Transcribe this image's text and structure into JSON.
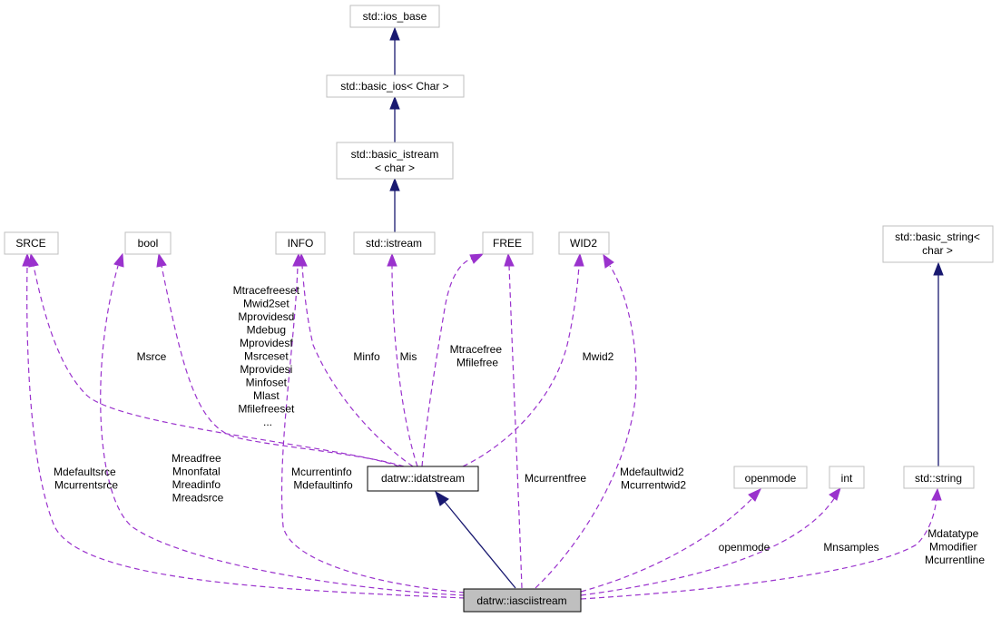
{
  "nodes": {
    "ios_base": "std::ios_base",
    "basic_ios": "std::basic_ios< Char >",
    "basic_istream": [
      "std::basic_istream",
      "< char >"
    ],
    "srce": "SRCE",
    "bool": "bool",
    "info": "INFO",
    "istream": "std::istream",
    "free": "FREE",
    "wid2": "WID2",
    "basic_string": [
      "std::basic_string<",
      "char >"
    ],
    "idatstream": "datrw::idatstream",
    "openmode": "openmode",
    "int": "int",
    "string": "std::string",
    "iasciistream": "datrw::iasciistream"
  },
  "labels": {
    "msrce": [
      "Msrce"
    ],
    "idat_bools": [
      "Mtracefreeset",
      "Mwid2set",
      "Mprovidesd",
      "Mdebug",
      "Mprovidesf",
      "Msrceset",
      "Mprovidesi",
      "Minfoset",
      "Mlast",
      "Mfilefreeset",
      "..."
    ],
    "minfo": [
      "Minfo"
    ],
    "mis": [
      "Mis"
    ],
    "mtracefree": [
      "Mtracefree",
      "Mfilefree"
    ],
    "mwid2": [
      "Mwid2"
    ],
    "mdefaultsrce": [
      "Mdefaultsrce",
      "Mcurrentsrce"
    ],
    "mreadfree": [
      "Mreadfree",
      "Mnonfatal",
      "Mreadinfo",
      "Mreadsrce"
    ],
    "mcurrentinfo": [
      "Mcurrentinfo",
      "Mdefaultinfo"
    ],
    "mcurrentfree": [
      "Mcurrentfree"
    ],
    "mdefaultwid2": [
      "Mdefaultwid2",
      "Mcurrentwid2"
    ],
    "openmode": [
      "openmode"
    ],
    "mnsamples": [
      "Mnsamples"
    ],
    "mdatatype": [
      "Mdatatype",
      "Mmodifier",
      "Mcurrentline"
    ]
  },
  "colors": {
    "inheritance": "#191970",
    "member": "#9a32cd",
    "node_border": "#bfbfbf",
    "focus_fill": "#bfbfbf"
  }
}
